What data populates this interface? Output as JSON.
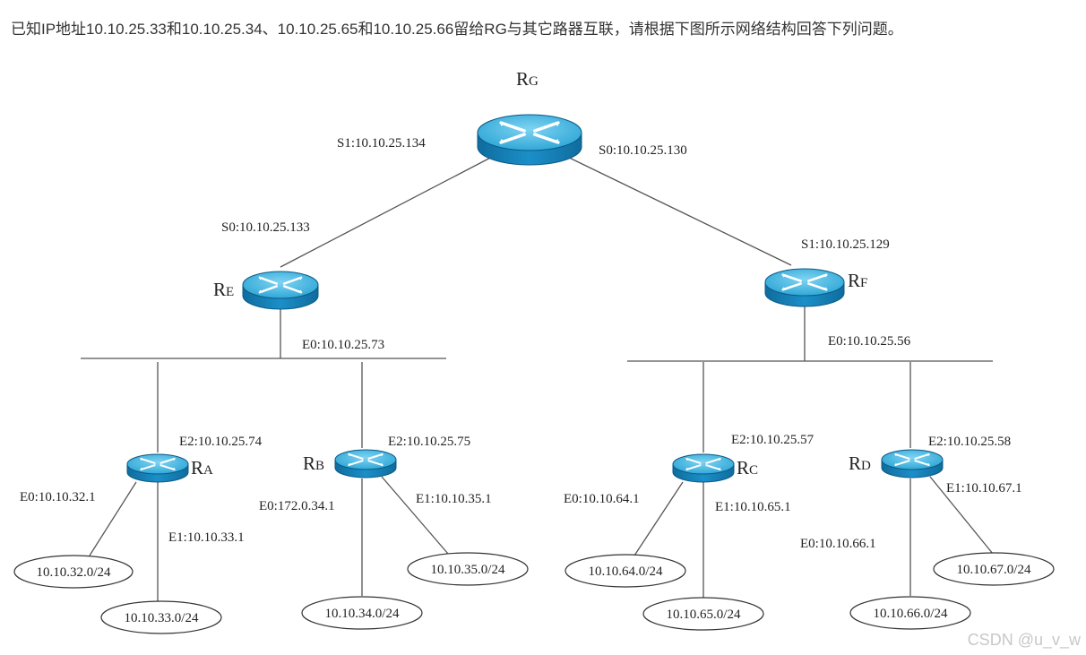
{
  "intro_text": "已知IP地址10.10.25.33和10.10.25.34、10.10.25.65和10.10.25.66留给RG与其它路器互联，请根据下图所示网络结构回答下列问题。",
  "routers": {
    "RG": {
      "name": "R",
      "sub": "G"
    },
    "RE": {
      "name": "R",
      "sub": "E"
    },
    "RF": {
      "name": "R",
      "sub": "F"
    },
    "RA": {
      "name": "R",
      "sub": "A"
    },
    "RB": {
      "name": "R",
      "sub": "B"
    },
    "RC": {
      "name": "R",
      "sub": "C"
    },
    "RD": {
      "name": "R",
      "sub": "D"
    }
  },
  "interfaces": {
    "rg_s1": "S1:10.10.25.134",
    "rg_s0": "S0:10.10.25.130",
    "re_s0": "S0:10.10.25.133",
    "rf_s1": "S1:10.10.25.129",
    "re_e0": "E0:10.10.25.73",
    "rf_e0": "E0:10.10.25.56",
    "ra_e2": "E2:10.10.25.74",
    "rb_e2": "E2:10.10.25.75",
    "rc_e2": "E2:10.10.25.57",
    "rd_e2": "E2:10.10.25.58",
    "ra_e0": "E0:10.10.32.1",
    "ra_e1": "E1:10.10.33.1",
    "rb_e0": "E0:172.0.34.1",
    "rb_e1": "E1:10.10.35.1",
    "rc_e0": "E0:10.10.64.1",
    "rc_e1": "E1:10.10.65.1",
    "rd_e1": "E1:10.10.67.1",
    "rd_e0": "E0:10.10.66.1"
  },
  "networks": {
    "n32": "10.10.32.0/24",
    "n33": "10.10.33.0/24",
    "n34": "10.10.34.0/24",
    "n35": "10.10.35.0/24",
    "n64": "10.10.64.0/24",
    "n65": "10.10.65.0/24",
    "n66": "10.10.66.0/24",
    "n67": "10.10.67.0/24"
  },
  "watermark": "CSDN @u_v_w",
  "colors": {
    "router_top": "#2aa6d6",
    "router_side": "#1582b8",
    "router_arrow": "#ffffff"
  }
}
